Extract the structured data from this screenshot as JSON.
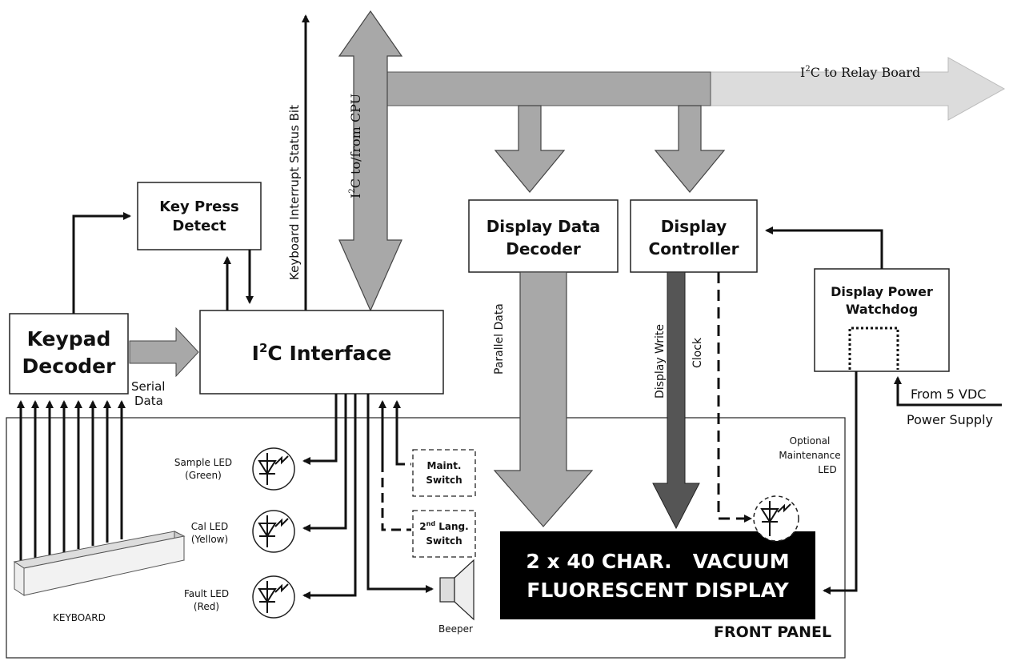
{
  "blocks": {
    "key_press_detect": [
      "Key Press",
      "Detect"
    ],
    "keypad_decoder": [
      "Keypad",
      "Decoder"
    ],
    "i2c_interface": {
      "pre": "I",
      "sup": "2",
      "post": "C Interface"
    },
    "display_data_decoder": [
      "Display Data",
      "Decoder"
    ],
    "display_controller": [
      "Display",
      "Controller"
    ],
    "display_power_watchdog": [
      "Display Power",
      "Watchdog"
    ],
    "vfd": [
      "2 x 40 CHAR.   VACUUM",
      "FLUORESCENT DISPLAY"
    ]
  },
  "labels": {
    "i2c_to_relay": {
      "pre": "I",
      "sup": "2",
      "post": "C to Relay Board"
    },
    "i2c_to_cpu": {
      "pre": "I",
      "sup": "2",
      "post": "C to/from CPU"
    },
    "keyboard_interrupt": "Keyboard Interrupt Status Bit",
    "serial_data": [
      "Serial",
      "Data"
    ],
    "parallel_data": "Parallel Data",
    "display_write": "Display Write",
    "clock": "Clock",
    "from_5vdc": "From 5 VDC",
    "power_supply": "Power Supply",
    "front_panel": "FRONT PANEL",
    "keyboard": "KEYBOARD",
    "beeper": "Beeper",
    "optional_led": [
      "Optional",
      "Maintenance",
      "LED"
    ],
    "sample_led": [
      "Sample LED",
      "(Green)"
    ],
    "cal_led": [
      "Cal LED",
      "(Yellow)"
    ],
    "fault_led": [
      "Fault LED",
      "(Red)"
    ],
    "maint_switch": [
      "Maint.",
      "Switch"
    ],
    "lang_switch": {
      "pre": "2",
      "sup": "nd",
      "post": " Lang.",
      "line2": "Switch"
    }
  },
  "colors": {
    "bus_gray": "#a8a8a8",
    "relay_gray": "#dcdcdc",
    "dark_arrow": "#555555",
    "vfd_bg": "#000000",
    "vfd_text": "#ffffff"
  }
}
